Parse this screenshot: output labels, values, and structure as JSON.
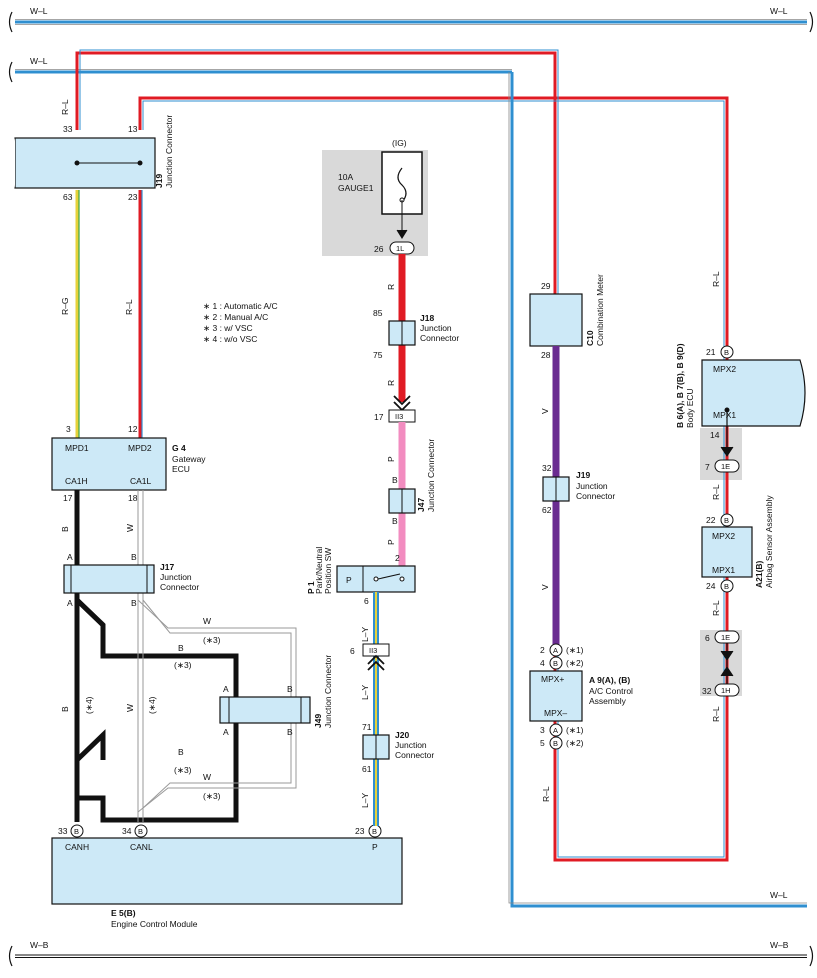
{
  "rails": {
    "top": {
      "left": "W–L",
      "right": "W–L"
    },
    "second": {
      "left": "W–L"
    },
    "bottom": {
      "left": "W–B",
      "right": "W–B"
    },
    "right_lower": "W–L"
  },
  "notes": [
    "∗ 1 : Automatic A/C",
    "∗ 2 : Manual A/C",
    "∗ 3 : w/ VSC",
    "∗ 4 : w/o VSC"
  ],
  "fuse": {
    "ig": "(IG)",
    "rating": "10A",
    "name": "GAUGE1",
    "pin": "26",
    "pin_label": "1L"
  },
  "components": {
    "j19_top": {
      "id": "J19",
      "name": "Junction Connector",
      "pins": [
        "33",
        "13",
        "63",
        "23"
      ]
    },
    "g4": {
      "id": "G 4",
      "name": "Gateway",
      "name2": "ECU",
      "pins": [
        "3",
        "12",
        "17",
        "18"
      ],
      "terms": [
        "MPD1",
        "MPD2",
        "CA1H",
        "CA1L"
      ]
    },
    "j17": {
      "id": "J17",
      "name": "Junction",
      "name2": "Connector",
      "pins": [
        "A",
        "B",
        "A",
        "B"
      ]
    },
    "j49": {
      "id": "J49",
      "name": "Junction Connector",
      "pins": [
        "A",
        "B",
        "A",
        "B"
      ]
    },
    "e5": {
      "id": "E 5(B)",
      "name": "Engine Control Module",
      "pins": [
        "33",
        "34",
        "23"
      ],
      "pin_labels": [
        "B",
        "B",
        "B"
      ],
      "terms": [
        "CANH",
        "CANL",
        "P"
      ]
    },
    "j18": {
      "id": "J18",
      "name": "Junction",
      "name2": "Connector",
      "pins": [
        "85",
        "75"
      ]
    },
    "ii3_a": {
      "pin": "17",
      "label": "II3"
    },
    "j47": {
      "id": "J47",
      "name": "Junction Connector",
      "pins": [
        "B",
        "B"
      ]
    },
    "p1": {
      "id": "P 1",
      "name": "Park/Neutral",
      "name2": "Position SW",
      "pins": [
        "2",
        "6"
      ],
      "term": "P"
    },
    "ii3_b": {
      "pin": "6",
      "label": "II3"
    },
    "j20": {
      "id": "J20",
      "name": "Junction",
      "name2": "Connector",
      "pins": [
        "71",
        "61"
      ]
    },
    "c10": {
      "id": "C10",
      "name": "Combination Meter",
      "pins": [
        "29",
        "28"
      ]
    },
    "j19_mid": {
      "id": "J19",
      "name": "Junction",
      "name2": "Connector",
      "pins": [
        "32",
        "62"
      ]
    },
    "a9": {
      "id": "A 9(A), (B)",
      "name": "A/C Control",
      "name2": "Assembly",
      "terms": [
        "MPX+",
        "MPX–"
      ],
      "pins": [
        "2",
        "4",
        "3",
        "5"
      ],
      "pin_labels": [
        "A",
        "B",
        "A",
        "B"
      ],
      "notes": [
        "(∗1)",
        "(∗2)",
        "(∗1)",
        "(∗2)"
      ]
    },
    "body_ecu": {
      "id": "B 6(A), B 7(B), B 9(D)",
      "name": "Body ECU",
      "terms": [
        "MPX2",
        "MPX1"
      ],
      "pins": [
        "21",
        "14"
      ],
      "pin_labels": [
        "B"
      ]
    },
    "c7": {
      "pin": "7",
      "label": "1E"
    },
    "a21": {
      "id": "A21(B)",
      "name": "Airbag Sensor Assembly",
      "terms": [
        "MPX2",
        "MPX1"
      ],
      "pins": [
        "22",
        "24"
      ],
      "pin_labels": [
        "B",
        "B"
      ]
    },
    "c6": {
      "pin": "6",
      "label": "1E"
    },
    "c32": {
      "pin": "32",
      "label": "1H"
    }
  },
  "wires": {
    "r_l": "R–L",
    "r_g": "R–G",
    "b": "B",
    "w": "W",
    "r": "R",
    "p": "P",
    "l_y": "L–Y",
    "v": "V",
    "n3": "(∗3)",
    "n4": "(∗4)"
  },
  "colors": {
    "box": "#cde9f7",
    "gray_area": "#d9d9d9",
    "red": "#e01b24",
    "blue": "#2f8fd0",
    "pink": "#f28cc0",
    "violet": "#6a2c91",
    "yellow": "#e6d23a",
    "green": "#3aa34a",
    "black": "#111111",
    "white_wire": "#bcbcbc"
  }
}
